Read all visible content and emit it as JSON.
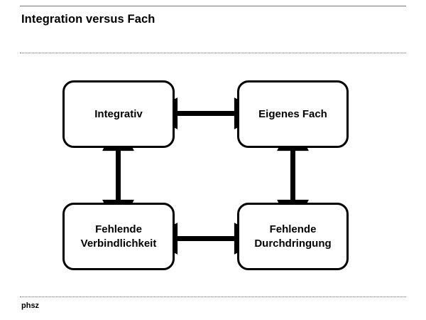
{
  "slide": {
    "title": "Integration versus Fach",
    "footer": "phsz",
    "background_color": "#ffffff",
    "text_color": "#000000",
    "rule_color": "#6b6b6b"
  },
  "diagram": {
    "type": "relationship-diagram",
    "stroke_color": "#000000",
    "fill_color": "#ffffff",
    "nodes": [
      {
        "id": "integrativ",
        "label": "Integrativ"
      },
      {
        "id": "eigenes-fach",
        "label": "Eigenes Fach"
      },
      {
        "id": "fehlende-verbind",
        "label": "Fehlende\nVerbindlichkeit"
      },
      {
        "id": "fehlende-durchdring",
        "label": "Fehlende\nDurchdringung"
      }
    ],
    "connectors": [
      {
        "id": "top-horizontal",
        "from": "integrativ",
        "to": "eigenes-fach",
        "style": "double-arrow",
        "orientation": "horizontal"
      },
      {
        "id": "bottom-horizontal",
        "from": "fehlende-verbind",
        "to": "fehlende-durchdring",
        "style": "double-arrow",
        "orientation": "horizontal"
      },
      {
        "id": "left-vertical",
        "from": "integrativ",
        "to": "fehlende-verbind",
        "style": "double-arrow",
        "orientation": "vertical"
      },
      {
        "id": "right-vertical",
        "from": "eigenes-fach",
        "to": "fehlende-durchdring",
        "style": "double-arrow",
        "orientation": "vertical"
      }
    ]
  }
}
